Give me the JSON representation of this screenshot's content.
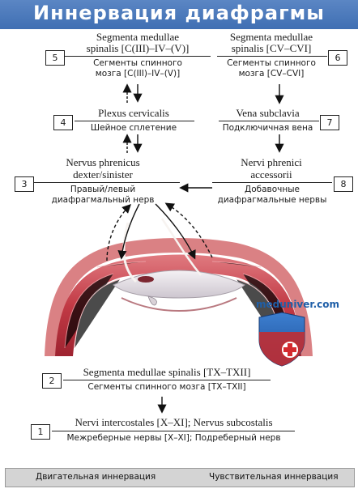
{
  "title": "Иннервация диафрагмы",
  "nodes": {
    "n1": {
      "num": "1",
      "latin": "Nervi intercostales [X–XI]; Nervus subcostalis",
      "russian": "Межреберные нервы [X–XI]; Подреберный нерв"
    },
    "n2": {
      "num": "2",
      "latin": "Segmenta medullae spinalis [TX–TXII]",
      "russian": "Сегменты спинного мозга [TX–TXII]"
    },
    "n3": {
      "num": "3",
      "latin_line1": "Nervus phrenicus",
      "latin_line2": "dexter/sinister",
      "russian_line1": "Правый/левый",
      "russian_line2": "диафрагмальный нерв"
    },
    "n4": {
      "num": "4",
      "latin": "Plexus cervicalis",
      "russian": "Шейное сплетение"
    },
    "n5": {
      "num": "5",
      "latin_line1": "Segmenta medullae",
      "latin_line2": "spinalis [C(III)–IV–(V)]",
      "russian_line1": "Сегменты спинного",
      "russian_line2": "мозга [C(III)–IV–(V)]"
    },
    "n6": {
      "num": "6",
      "latin_line1": "Segmenta medullae",
      "latin_line2": "spinalis [CV–CVI]",
      "russian_line1": "Сегменты спинного",
      "russian_line2": "мозга [CV–CVI]"
    },
    "n7": {
      "num": "7",
      "latin": "Vena subclavia",
      "russian": "Подключичная вена"
    },
    "n8": {
      "num": "8",
      "latin_line1": "Nervi phrenici",
      "latin_line2": "accessorii",
      "russian_line1": "Добавочные",
      "russian_line2": "диафрагмальные нервы"
    }
  },
  "watermark": "meduniver.com",
  "legend": {
    "motor": "Двигательная иннервация",
    "sensory": "Чувствительная иннервация"
  },
  "colors": {
    "banner": "#4a78bb",
    "muscle": "#c23a45",
    "tendon": "#e9e4ea",
    "arrow": "#111111"
  }
}
